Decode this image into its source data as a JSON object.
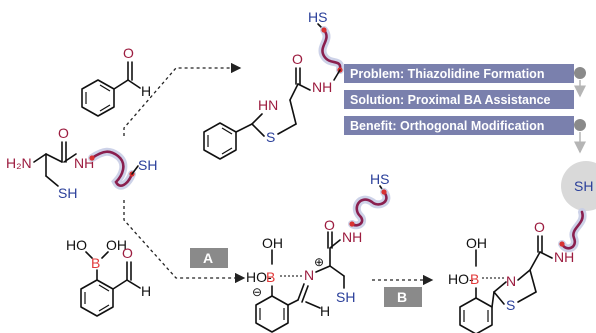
{
  "labels": {
    "problem": "Problem: Thiazolidine Formation",
    "solution": "Solution: Proximal BA Assistance",
    "benefit": "Benefit: Orthogonal Modification",
    "step_a": "A",
    "step_b": "B"
  },
  "atoms": {
    "h": "H",
    "o": "O",
    "n": "N",
    "s": "S",
    "b": "B",
    "hs": "HS",
    "sh": "SH",
    "nh": "NH",
    "hn": "HN",
    "h2n": "H₂N",
    "oh": "OH",
    "ho": "HO",
    "hob": "HO-",
    "plus": "⊕",
    "minus": "⊖"
  },
  "colors": {
    "panel": "#7a80ad",
    "chain": "#8a1f4e",
    "sulfur": "#2a3f9a",
    "boron": "#e23a3a",
    "step_box": "#8a8a8a"
  }
}
